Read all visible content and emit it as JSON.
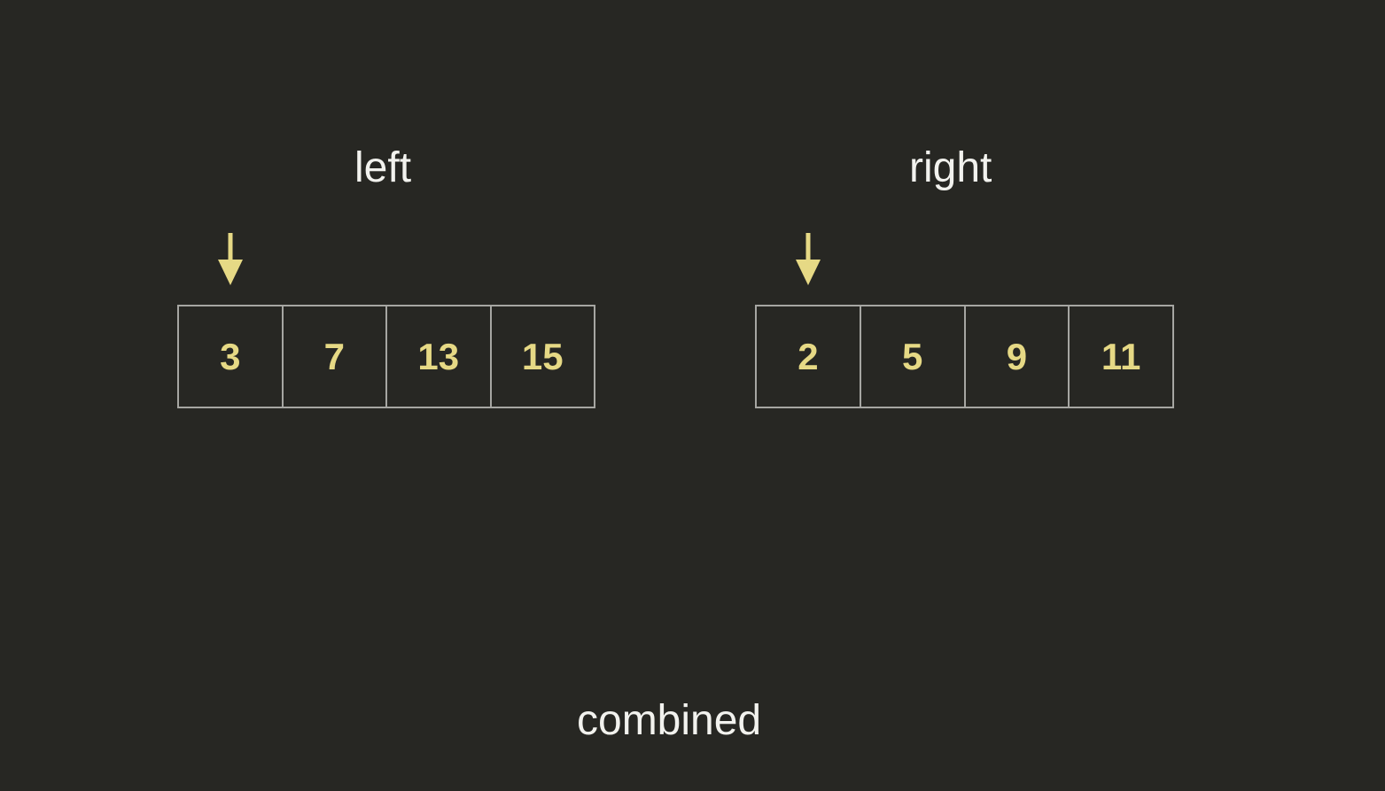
{
  "left": {
    "title": "left",
    "values": [
      "3",
      "7",
      "13",
      "15"
    ],
    "pointer_index": 0
  },
  "right": {
    "title": "right",
    "values": [
      "2",
      "5",
      "9",
      "11"
    ],
    "pointer_index": 0
  },
  "combined": {
    "title": "combined"
  },
  "colors": {
    "background": "#272723",
    "label_text": "#f2f2ee",
    "cell_value": "#e6d985",
    "cell_border": "#a6a6a2",
    "pointer": "#e6d985"
  }
}
